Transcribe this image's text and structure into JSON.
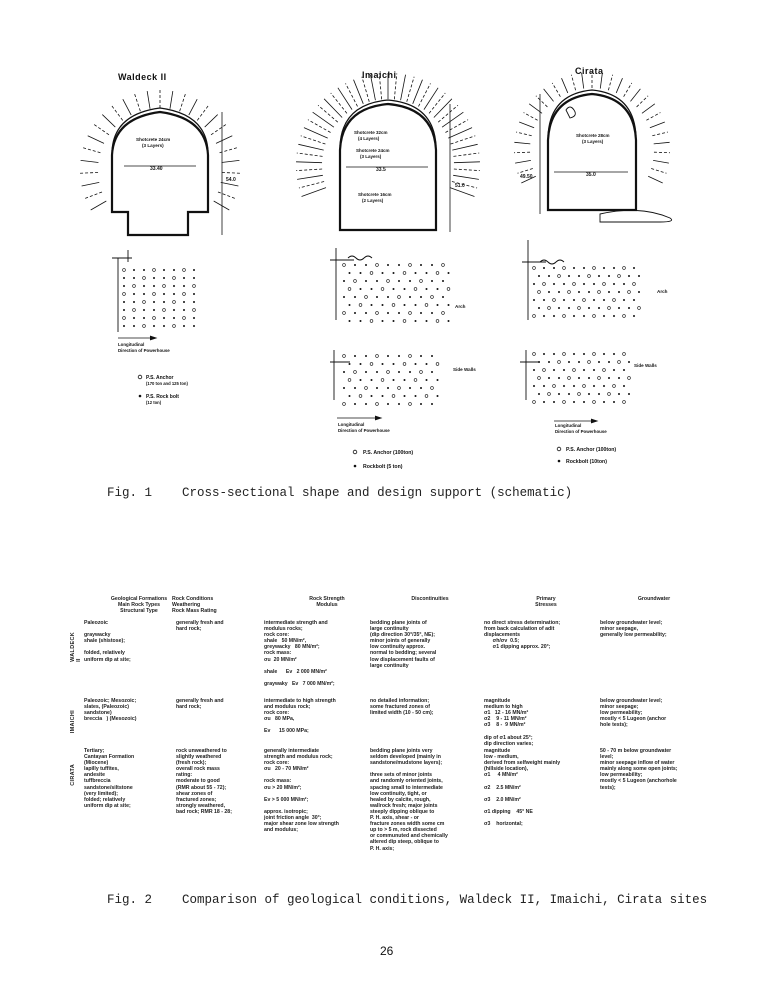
{
  "figure1": {
    "sites": [
      {
        "title": "Waldeck II",
        "shotcrete_labels": [
          "Shotcrete 24cm",
          "(3 Layers)"
        ],
        "width_dim": "33.40",
        "height_dim": "54.0",
        "legend": {
          "direction": [
            "Longitudinal",
            "Direction of Powerhouse"
          ],
          "anchor": "P.S. Anchor",
          "anchor_detail": "(170 ton and 125 ton)",
          "bolt": "P.S. Rock bolt",
          "bolt_detail": "(12 ton)"
        }
      },
      {
        "title": "Imaichi",
        "shotcrete_labels": [
          "Shotcrete 32cm",
          "(4 Layers)",
          "Shotcrete 24cm",
          "(3 Layers)",
          "Shotcrete 16cm",
          "(2 Layers)"
        ],
        "width_dim": "33.5",
        "height_dim": "51.0",
        "arch_label": "Arch",
        "side_label": "Side Walls",
        "legend": {
          "direction": [
            "Longitudinal",
            "Direction of Powerhouse"
          ],
          "anchor": "P.S. Anchor (100ton)",
          "bolt": "Rockbolt (5 ton)"
        }
      },
      {
        "title": "Cirata",
        "shotcrete_labels": [
          "Shotcrete 28cm",
          "(3 Layers)"
        ],
        "width_dim": "35.0",
        "height_dim": "49.50",
        "arch_label": "Arch",
        "side_label": "Side Walls",
        "legend": {
          "direction": [
            "Longitudinal",
            "Direction of Powerhouse"
          ],
          "anchor": "P.S. Anchor (100ton)",
          "bolt": "Rockbolt (10ton)"
        }
      }
    ],
    "caption_num": "Fig. 1",
    "caption_text": "Cross-sectional shape and design support (schematic)"
  },
  "figure2": {
    "headers": [
      "Geological Formations\nMain Rock Types\nStructural Type",
      "Rock Conditions\nWeathering\nRock Mass Rating",
      "Rock Strength\nModulus",
      "Discontinuities",
      "Primary\nStresses",
      "Groundwater"
    ],
    "rows": [
      {
        "label": "WALDECK II",
        "cells": [
          "Paleozoic\n\ngraywacky\nshale (shistose);\n\nfolded, relatively\nuniform dip at site;",
          "generally fresh and\nhard rock;",
          "intermediate strength and\nmodulus rocks;\nrock core:\nshale   50 MN/m²,\ngreywacky   80 MN/m²;\nrock mass:\nσu  20 MN/m²\n\nshale      Ev   2 000 MN/m²\n\ngraywaky   Ev   7 000 MN/m²;",
          "bedding plane joints of\nlarge continuity\n(dip direction 30°/35°, NE);\nminor joints of generally\nlow continuity approx.\nnormal to bedding; several\nlow displacement faults of\nlarge continuity",
          "no direct stress determination;\nfrom back calculation of adit\ndisplacements\n      σh/σv  0.5;\n      σ1 dipping approx. 20°;",
          "below groundwater level;\nminor seepage,\ngenerally low permeability;"
        ]
      },
      {
        "label": "IMAICHI",
        "cells": [
          "Paleozoic; Mesozoic;\nslates, (Paleozoic)\nsandstone)\nbreccia   ) (Mesozoic)",
          "generally fresh and\nhard rock;",
          "intermediate to high strength\nand modulus rock;\nrock core:\nσu   80 MPa,\n\nEv      15 000 MPa;",
          "no detailed information;\nsome fractured zones of\nlimited width (10 - 50 cm);",
          "magnitude\nmedium to high\nσ1   12 - 16 MN/m²\nσ2    9 - 11 MN/m²\nσ3    8 -  9 MN/m²\n\ndip of σ1 about 25°;\ndip direction varies;",
          "below groundwater level;\nminor seepage;\nlow permeability;\nmostly < 5 Lugeon (anchor\nhole tests);"
        ]
      },
      {
        "label": "CIRATA",
        "cells": [
          "Tertiary;\nCantayan Formation\n(Miocene)\nlapilly tuffites,\nandesite\ntuffbreccia\nsandstone/siltstone\n(very limited);\nfolded; relatively\nuniform dip at site;",
          "rock unweathered to\nslightly weathered\n(fresh rock);\noverall rock mass\nrating:\nmoderate to good\n(RMR about 55 - 72);\nshear zones of\nfractured zones;\nstrongly weathered,\nbad rock; RMR 18 - 28;",
          "generally intermediate\nstrength and modulus rock;\nrock core:\nσu   20 - 70 MN/m²\n\nrock mass:\nσu > 20 MN/m²;\n\nEv > 5 000 MN/m²;\n\napprox. isotropic;\njoint friction angle  30°;\nmajor shear zone low strength\nand modulus;",
          "bedding plane joints very\nseldom developed (mainly in\nsandstone/mudstone layers);\n\nthree sets of minor joints\nand randomly oriented joints,\nspacing small to intermediate\nlow continuity, tight, or\nhealed by calcite, rough,\nwallrock fresh; major joints\nsteeply dipping oblique to\nP. H. axis, shear - or\nfracture zones width some cm\nup to > 5 m, rock dissected\nor communuted and chemically\naltered dip steep, oblique to\nP. H. axis;",
          "magnitude\nlow - medium,\nderived from selfweight mainly\n(hillside location),\nσ1     4 MN/m²\n\nσ2    2.5 MN/m²\n\nσ3    2.0 MN/m²\n\nσ1 dipping    45° NE\n\nσ3    horizontal;",
          "50 - 70 m below groundwater\nlevel;\nminor seepage inflow of water\nmainly along some open joints;\nlow permeability;\nmostly < 5 Lugeon (anchorhole\ntests);"
        ]
      }
    ],
    "caption_num": "Fig. 2",
    "caption_text": "Comparison of geological conditions, Waldeck II, Imaichi, Cirata sites"
  },
  "page_number": "26"
}
